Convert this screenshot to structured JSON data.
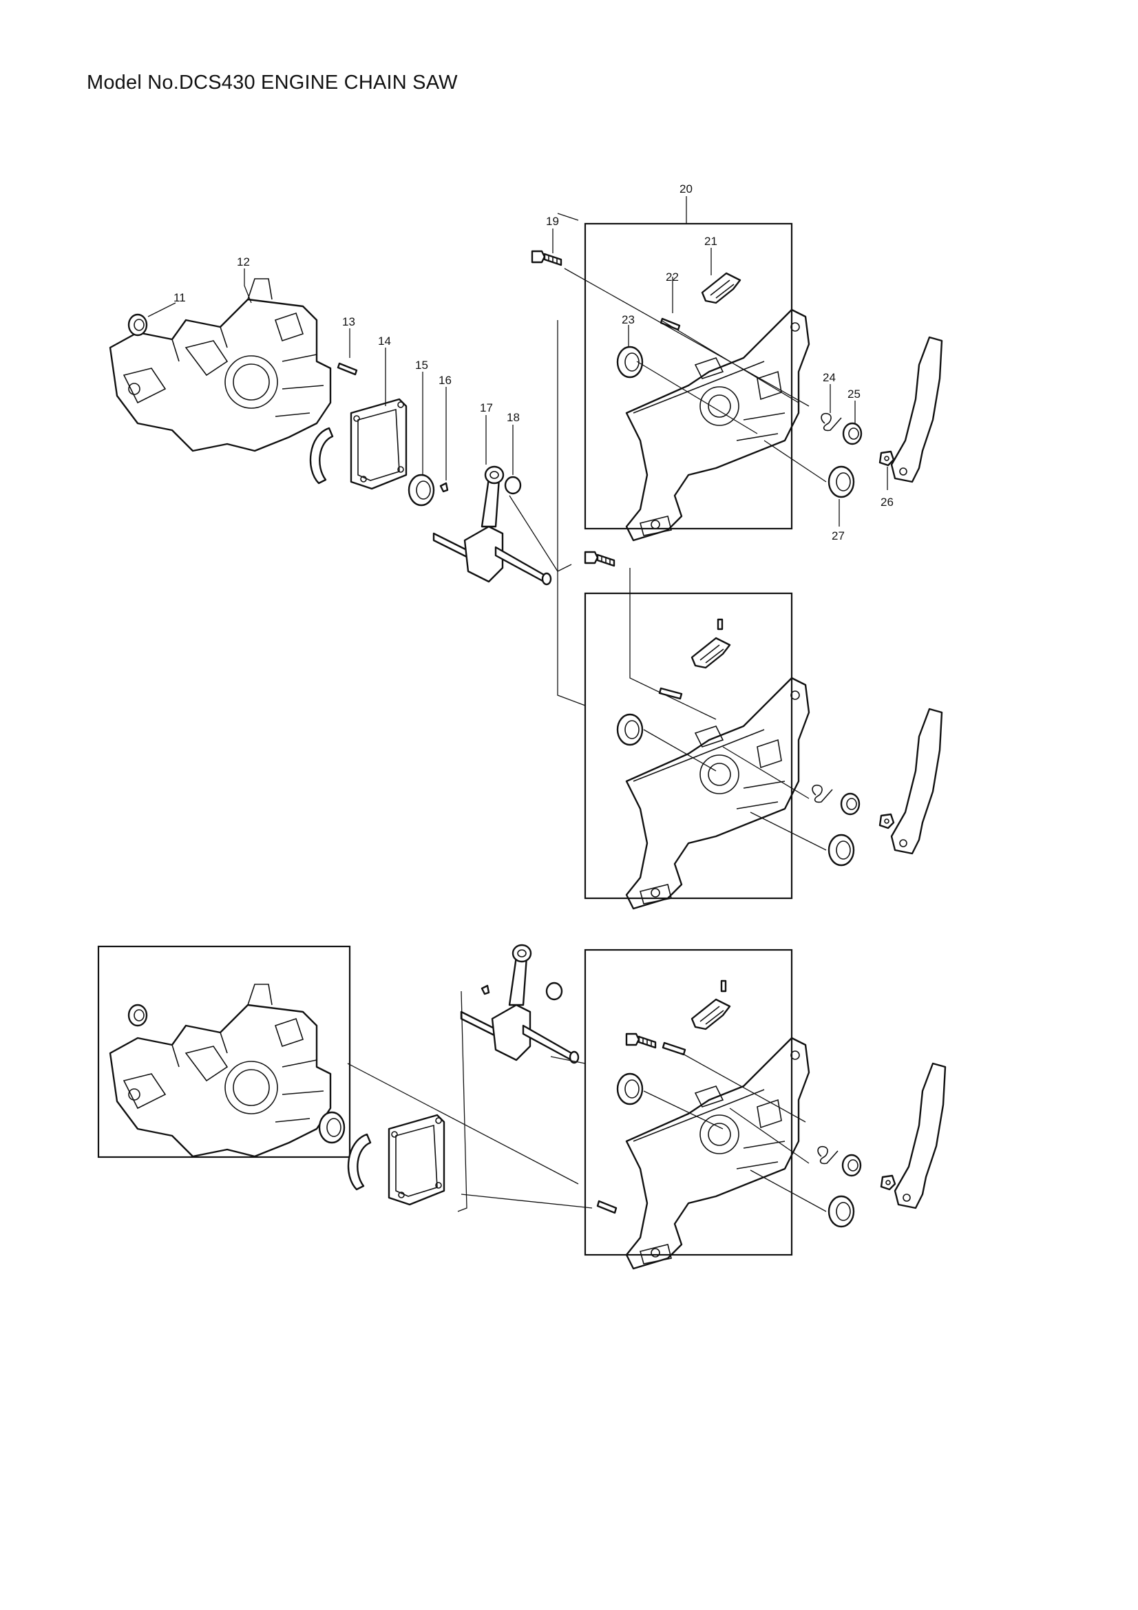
{
  "title": "Model No.DCS430 ENGINE CHAIN SAW",
  "callouts": [
    {
      "num": "11",
      "part": "oil-seal"
    },
    {
      "num": "12",
      "part": "crankcase-left"
    },
    {
      "num": "13",
      "part": "pin"
    },
    {
      "num": "14",
      "part": "gasket"
    },
    {
      "num": "15",
      "part": "ball-bearing"
    },
    {
      "num": "16",
      "part": "key"
    },
    {
      "num": "17",
      "part": "crankshaft"
    },
    {
      "num": "18",
      "part": "needle-bearing"
    },
    {
      "num": "19",
      "part": "bolt"
    },
    {
      "num": "20",
      "part": "crankcase-right-assembly"
    },
    {
      "num": "21",
      "part": "clip"
    },
    {
      "num": "22",
      "part": "pin"
    },
    {
      "num": "23",
      "part": "oil-seal"
    },
    {
      "num": "24",
      "part": "torsion-spring"
    },
    {
      "num": "25",
      "part": "collar"
    },
    {
      "num": "26",
      "part": "nut"
    },
    {
      "num": "27",
      "part": "oil-seal"
    }
  ]
}
